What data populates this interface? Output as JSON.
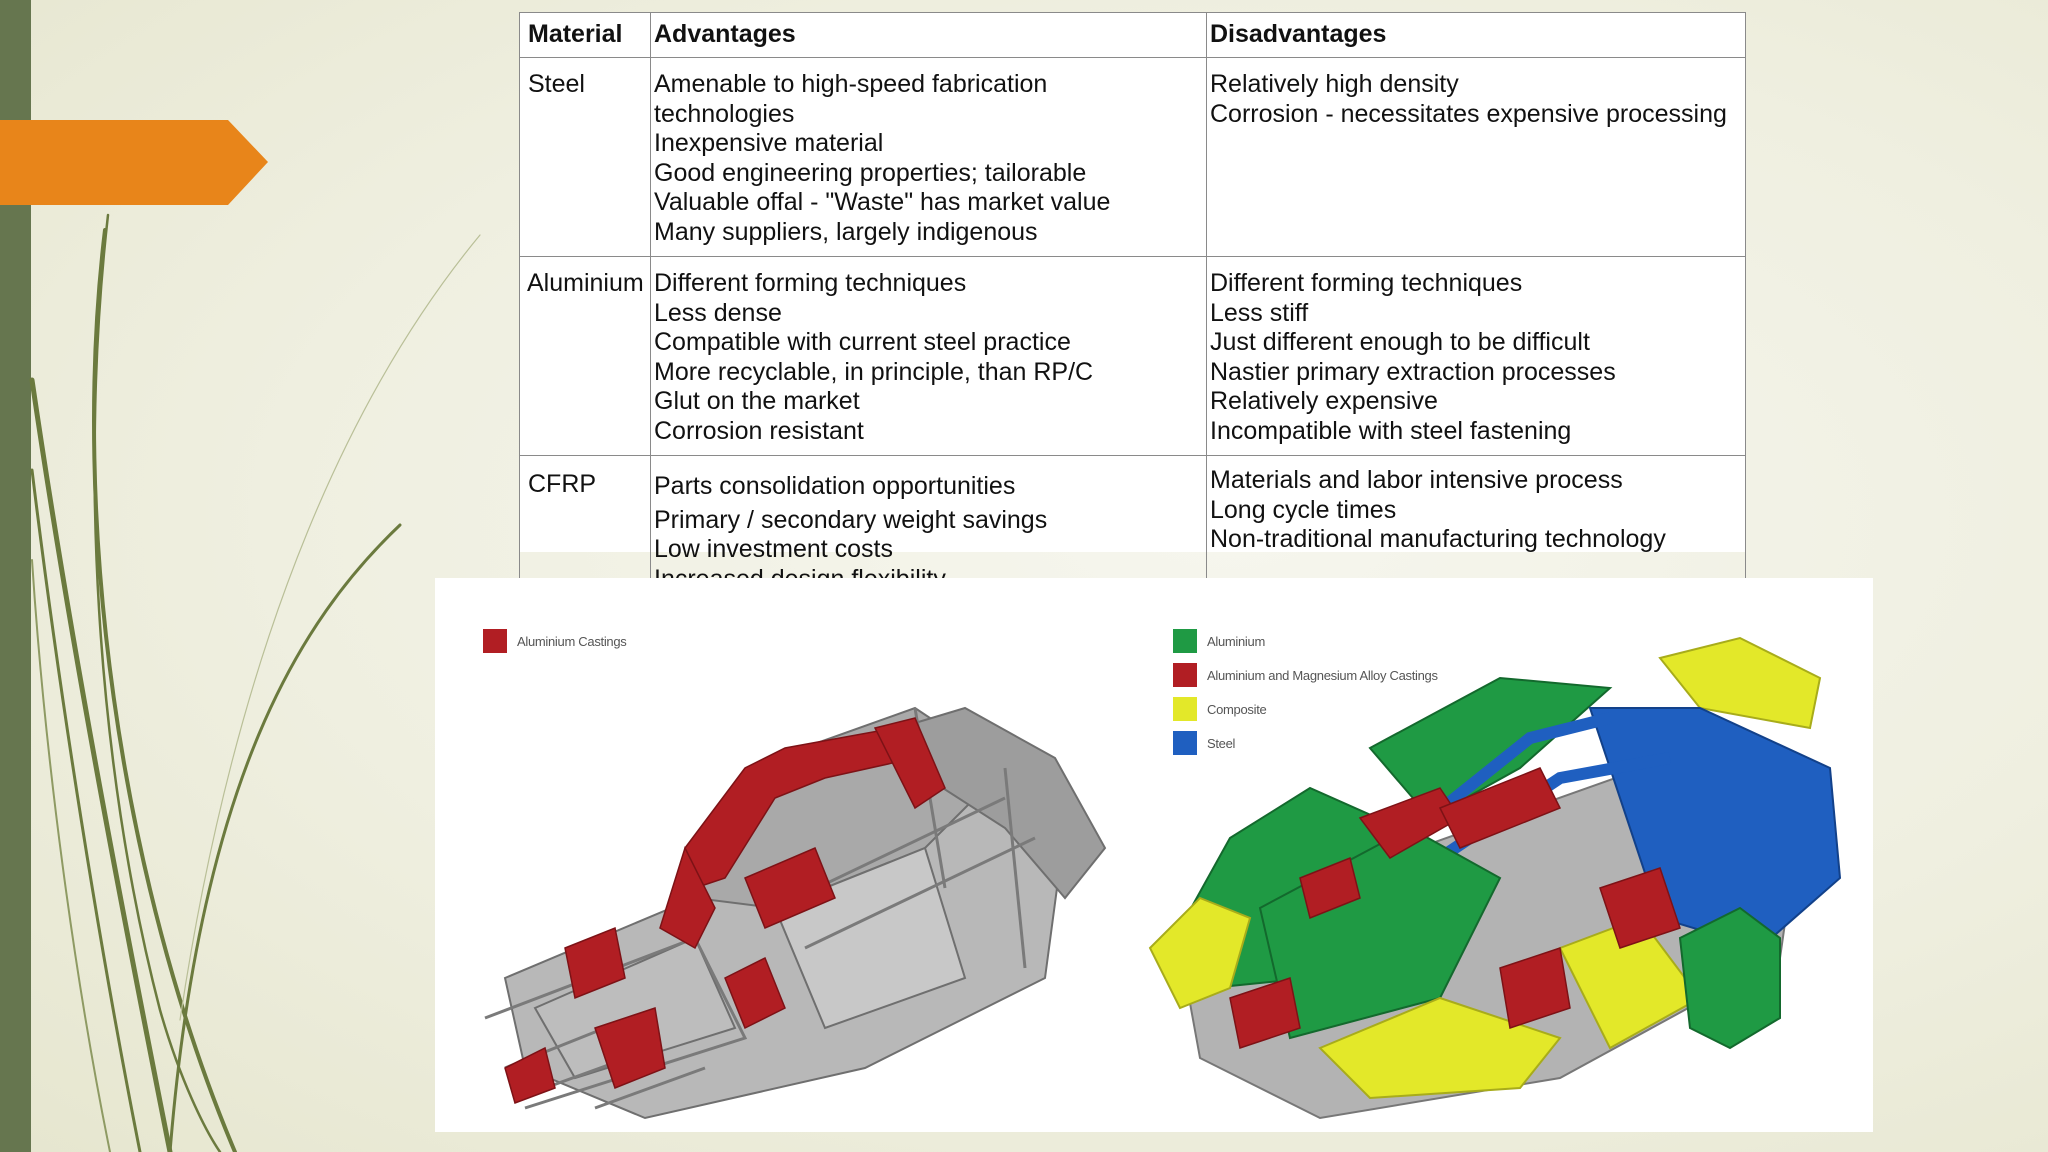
{
  "table": {
    "headers": [
      "Material",
      "Advantages",
      "Disadvantages"
    ],
    "rows": [
      {
        "material": "Steel",
        "advantages": [
          "Amenable to high-speed fabrication",
          "technologies",
          "Inexpensive material",
          "Good engineering properties; tailorable",
          "Valuable offal - \"Waste\" has market value",
          "Many suppliers, largely indigenous"
        ],
        "disadvantages": [
          "Relatively high density",
          "Corrosion - necessitates expensive processing"
        ]
      },
      {
        "material": "Aluminium",
        "advantages": [
          "Different forming techniques",
          "Less dense",
          "Compatible with current steel practice",
          "More recyclable, in principle, than RP/C",
          "Glut on the market",
          "Corrosion resistant"
        ],
        "disadvantages": [
          "Different forming techniques",
          "Less stiff",
          "Just different enough to be difficult",
          "Nastier primary extraction processes",
          "Relatively expensive",
          "Incompatible with steel fastening"
        ]
      },
      {
        "material": "CFRP",
        "advantages": [
          "Parts consolidation opportunities",
          "Primary / secondary weight savings",
          "Low investment costs",
          "Increased design flexibility"
        ],
        "disadvantages": [
          "Materials and labor intensive process",
          "Long cycle times",
          "Non-traditional manufacturing technology"
        ]
      }
    ]
  },
  "figure": {
    "left_legend": [
      {
        "label": "Aluminium Castings",
        "color": "#b11e23"
      }
    ],
    "right_legend": [
      {
        "label": "Aluminium",
        "color": "#1f9a44"
      },
      {
        "label": "Aluminium and Magnesium Alloy Castings",
        "color": "#b11e23"
      },
      {
        "label": "Composite",
        "color": "#e3e829"
      },
      {
        "label": "Steel",
        "color": "#1f5fc0"
      }
    ]
  },
  "theme": {
    "accent": "#e8851a",
    "bar": "#66764f",
    "swoosh": "#6b7a3e"
  }
}
